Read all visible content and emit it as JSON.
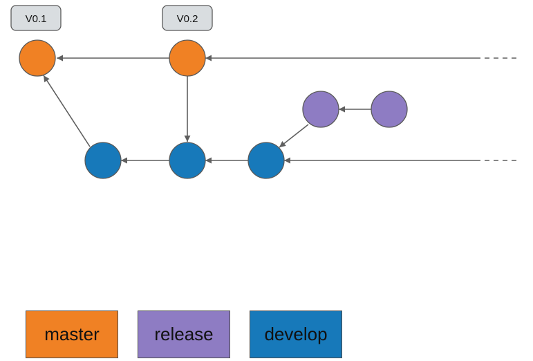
{
  "colors": {
    "master": "#f08124",
    "release": "#8e7cc3",
    "develop": "#1779ba"
  },
  "tags": {
    "v01": "V0.1",
    "v02": "V0.2"
  },
  "legend": {
    "master": "master",
    "release": "release",
    "develop": "develop"
  }
}
